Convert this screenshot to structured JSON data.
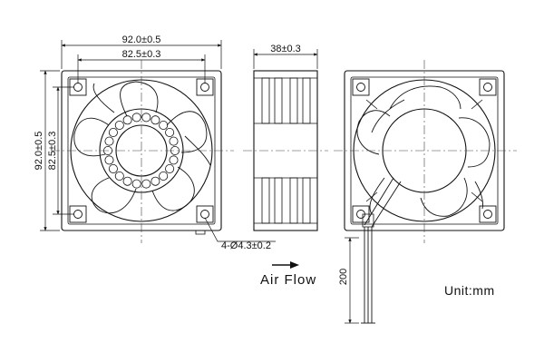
{
  "dimensions": {
    "front_overall_width": "92.0±0.5",
    "front_hole_spacing_width": "82.5±0.3",
    "front_overall_height": "92.0±0.5",
    "front_hole_spacing_height": "82.5±0.3",
    "side_depth": "38±0.3",
    "hole_spec": "4-Ø4.3±0.2",
    "lead_length": "200"
  },
  "labels": {
    "air_flow": "Air Flow",
    "unit": "Unit:mm"
  },
  "icons": {
    "airflow_arrow": "arrow-right-icon"
  },
  "colors": {
    "line": "#111111",
    "centerline": "#444444",
    "background": "#ffffff"
  }
}
